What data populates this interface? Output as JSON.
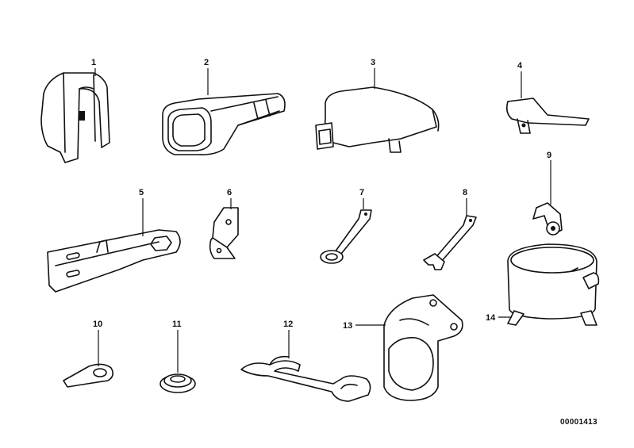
{
  "callouts": {
    "c1": "1",
    "c2": "2",
    "c3": "3",
    "c4": "4",
    "c5": "5",
    "c6": "6",
    "c7": "7",
    "c8": "8",
    "c9": "9",
    "c10": "10",
    "c11": "11",
    "c12": "12",
    "c13": "13",
    "c14": "14"
  },
  "reference_number": "00001413",
  "colors": {
    "line": "#111111",
    "background": "#ffffff"
  }
}
